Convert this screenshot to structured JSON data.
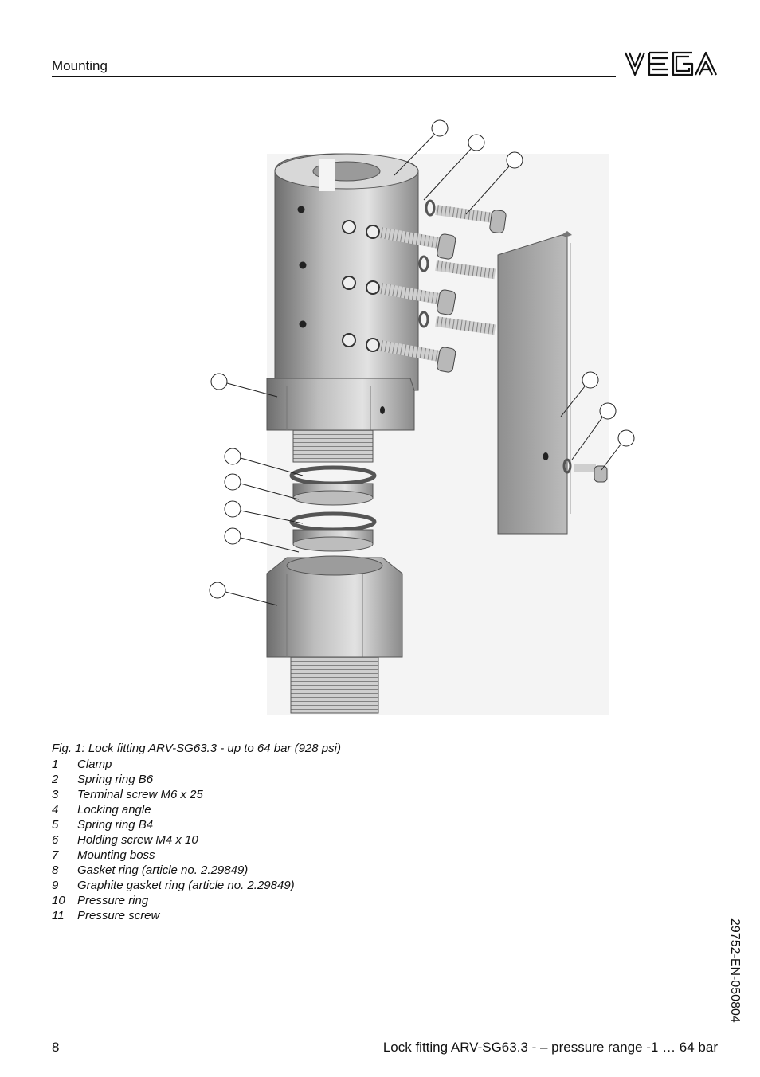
{
  "header": {
    "section": "Mounting",
    "brand": "VEGA"
  },
  "figure": {
    "caption": "Fig. 1: Lock fitting ARV-SG63.3 - up to 64 bar (928 psi)",
    "legend": [
      {
        "num": "1",
        "label": "Clamp"
      },
      {
        "num": "2",
        "label": "Spring ring B6"
      },
      {
        "num": "3",
        "label": "Terminal screw M6 x 25"
      },
      {
        "num": "4",
        "label": "Locking angle"
      },
      {
        "num": "5",
        "label": "Spring ring B4"
      },
      {
        "num": "6",
        "label": "Holding screw M4 x 10"
      },
      {
        "num": "7",
        "label": "Mounting boss"
      },
      {
        "num": "8",
        "label": "Gasket ring (article no. 2.29849)"
      },
      {
        "num": "9",
        "label": "Graphite gasket ring (article no. 2.29849)"
      },
      {
        "num": "10",
        "label": "Pressure ring"
      },
      {
        "num": "11",
        "label": "Pressure screw"
      }
    ]
  },
  "side": {
    "doc_id": "29752-EN-050804"
  },
  "footer": {
    "page_number": "8",
    "title": "Lock fitting ARV-SG63.3 - – pressure range -1 … 64 bar"
  }
}
